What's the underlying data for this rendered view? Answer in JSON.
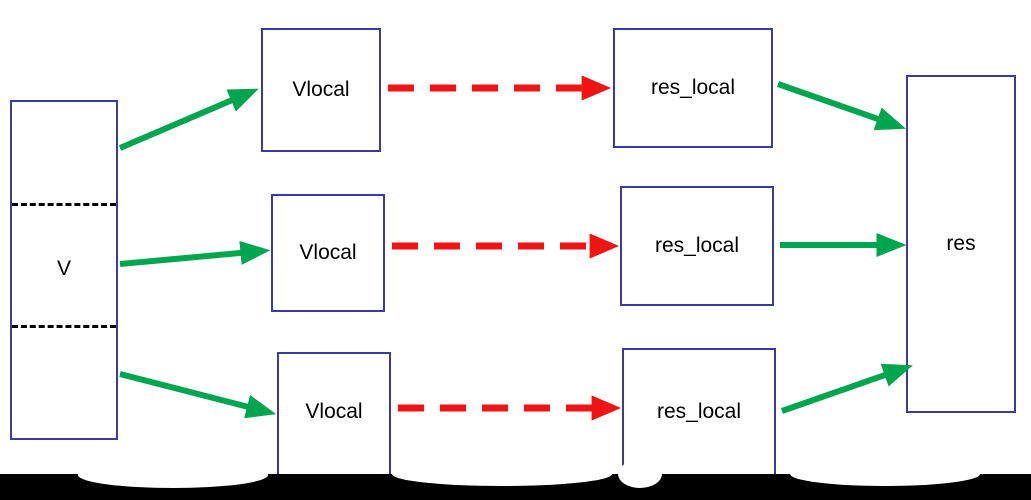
{
  "diagram": {
    "title": "",
    "colors": {
      "box_border": "#3b3b9e",
      "green_arrow": "#00a550",
      "red_arrow": "#f01414",
      "dashed_divider": "#000000",
      "background": "#ffffff"
    },
    "input_block": {
      "label": "V",
      "segments": 3
    },
    "rows": [
      {
        "local_label": "Vlocal",
        "result_label": "res_local"
      },
      {
        "local_label": "Vlocal",
        "result_label": "res_local"
      },
      {
        "local_label": "Vlocal",
        "result_label": "res_local"
      }
    ],
    "output_block": {
      "label": "res"
    },
    "edges": {
      "split_edge_style": "green-solid-arrow",
      "compute_edge_style": "red-dashed-arrow",
      "gather_edge_style": "green-solid-arrow"
    }
  }
}
